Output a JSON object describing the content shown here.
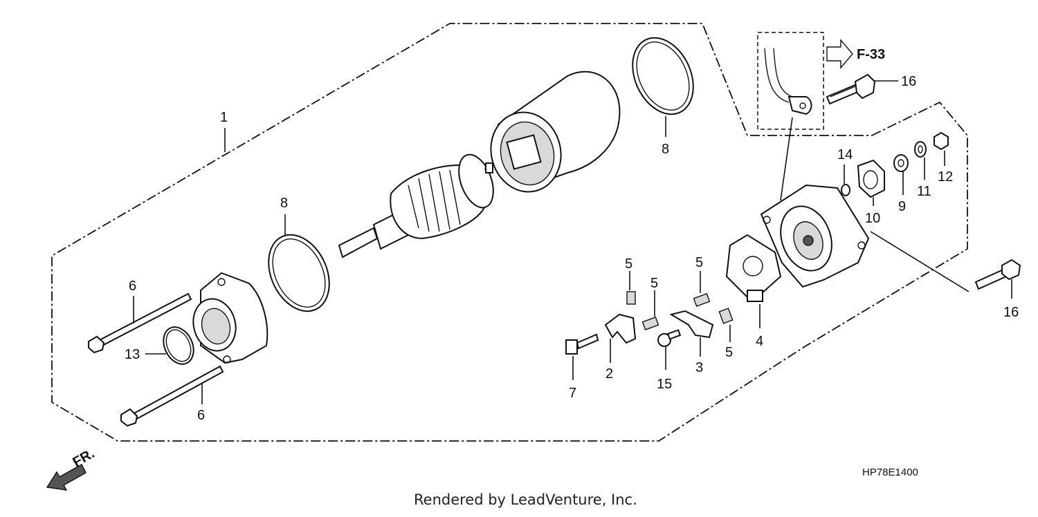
{
  "labels": {
    "p1": "1",
    "p2": "2",
    "p3": "3",
    "p4": "4",
    "p5a": "5",
    "p5b": "5",
    "p5c": "5",
    "p5d": "5",
    "p6a": "6",
    "p6b": "6",
    "p7": "7",
    "p8a": "8",
    "p8b": "8",
    "p9": "9",
    "p10": "10",
    "p11": "11",
    "p12": "12",
    "p13": "13",
    "p14": "14",
    "p15": "15",
    "p16a": "16",
    "p16b": "16"
  },
  "reference": "F-33",
  "direction": "FR.",
  "diagram_code": "HP78E1400",
  "credit": "Rendered by LeadVenture, Inc."
}
